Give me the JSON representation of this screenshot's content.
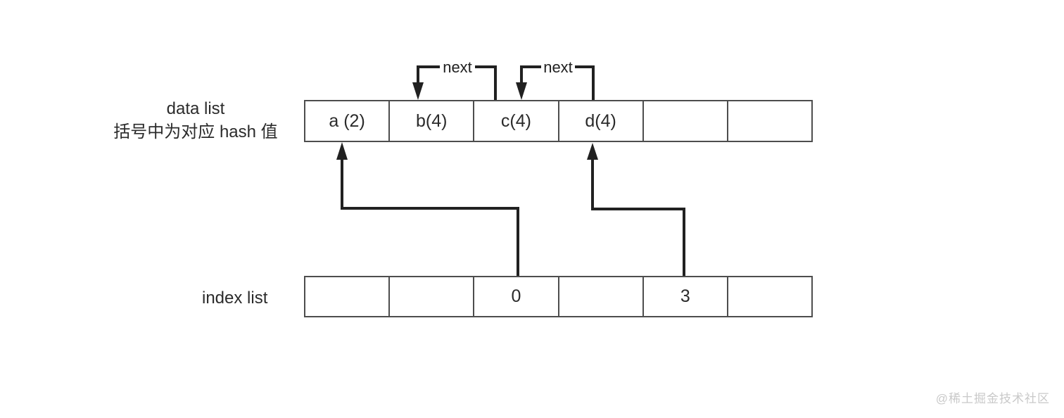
{
  "diagram": {
    "data_list": {
      "label_line1": "data list",
      "label_line2": "括号中为对应 hash 值",
      "cells": [
        "a (2)",
        "b(4)",
        "c(4)",
        "d(4)",
        "",
        ""
      ]
    },
    "index_list": {
      "label": "index list",
      "cells": [
        "",
        "",
        "0",
        "",
        "3",
        ""
      ]
    },
    "next_pointers": [
      {
        "label": "next",
        "from_cell": "c(4)",
        "to_cell": "b(4)"
      },
      {
        "label": "next",
        "from_cell": "d(4)",
        "to_cell": "c(4)"
      }
    ],
    "index_pointers": [
      {
        "from_value": "0",
        "to_cell": "a (2)"
      },
      {
        "from_value": "3",
        "to_cell": "d(4)"
      }
    ],
    "watermark": "@稀土掘金技术社区",
    "colors": {
      "line": "#212121",
      "border": "#4d4d4d",
      "text": "#2b2b2b",
      "watermark": "#c9c9c9",
      "background": "#ffffff"
    }
  }
}
